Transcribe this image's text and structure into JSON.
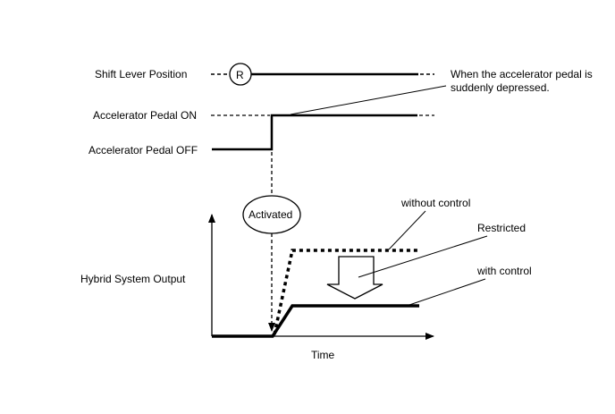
{
  "labels": {
    "shift_lever": "Shift Lever Position",
    "shift_value": "R",
    "pedal_on": "Accelerator Pedal ON",
    "pedal_off": "Accelerator Pedal OFF",
    "hybrid_output": "Hybrid System Output",
    "time_axis": "Time",
    "activated": "Activated"
  },
  "annotations": {
    "pedal_note_line1": "When the accelerator pedal is",
    "pedal_note_line2": "suddenly depressed.",
    "without_control": "without control",
    "restricted": "Restricted",
    "with_control": "with control"
  },
  "colors": {
    "line": "#000000",
    "background": "#ffffff"
  }
}
